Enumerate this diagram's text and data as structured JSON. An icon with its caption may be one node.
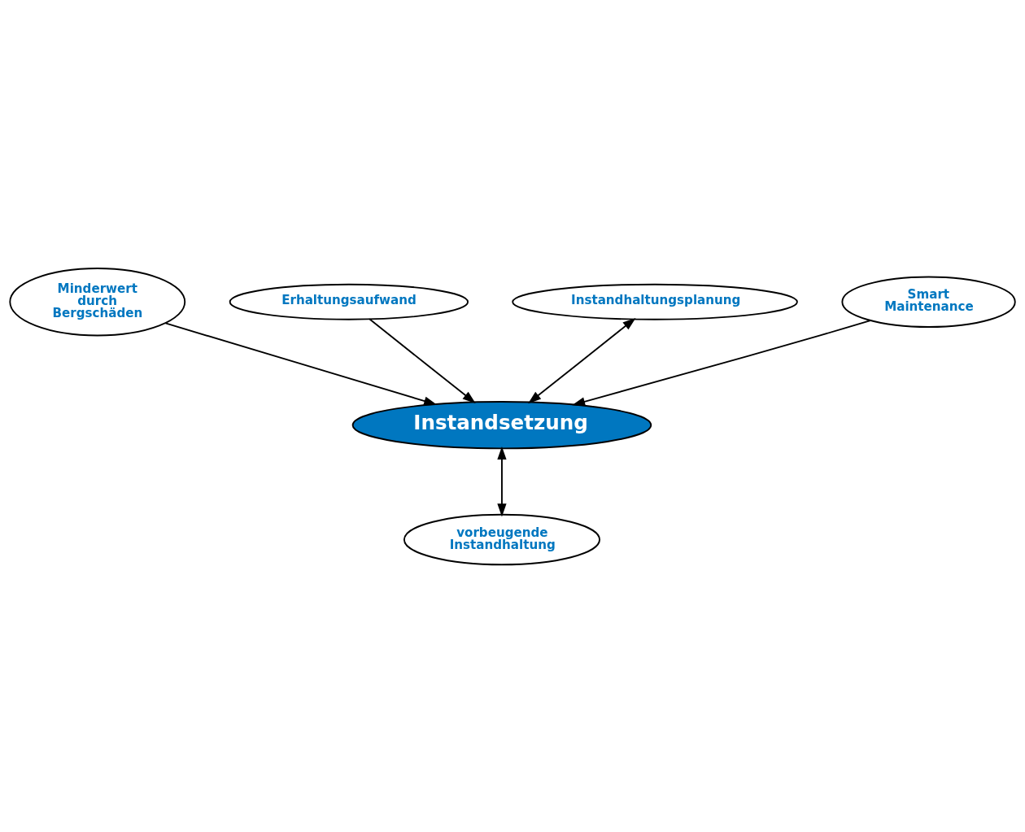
{
  "diagram": {
    "nodes": [
      {
        "text": [
          "Instandsetzung"
        ]
      },
      {
        "text": [
          "Minderwert durch Bergschäden"
        ]
      },
      {
        "text": [
          "Erhaltungsaufwand"
        ]
      },
      {
        "text": [
          "Instandhaltungsplanung"
        ]
      },
      {
        "text": [
          "Smart Maintenance"
        ]
      },
      {
        "text": [
          "vorbeugende Instandhaltung"
        ]
      }
    ],
    "edges": [
      {
        "from": 1,
        "to": 0,
        "arrow": "to"
      },
      {
        "from": 2,
        "to": 0,
        "arrow": "to"
      },
      {
        "from": 3,
        "to": 0,
        "arrow": "both"
      },
      {
        "from": 4,
        "to": 0,
        "arrow": "to"
      },
      {
        "from": 0,
        "to": 5,
        "arrow": "both"
      }
    ]
  }
}
